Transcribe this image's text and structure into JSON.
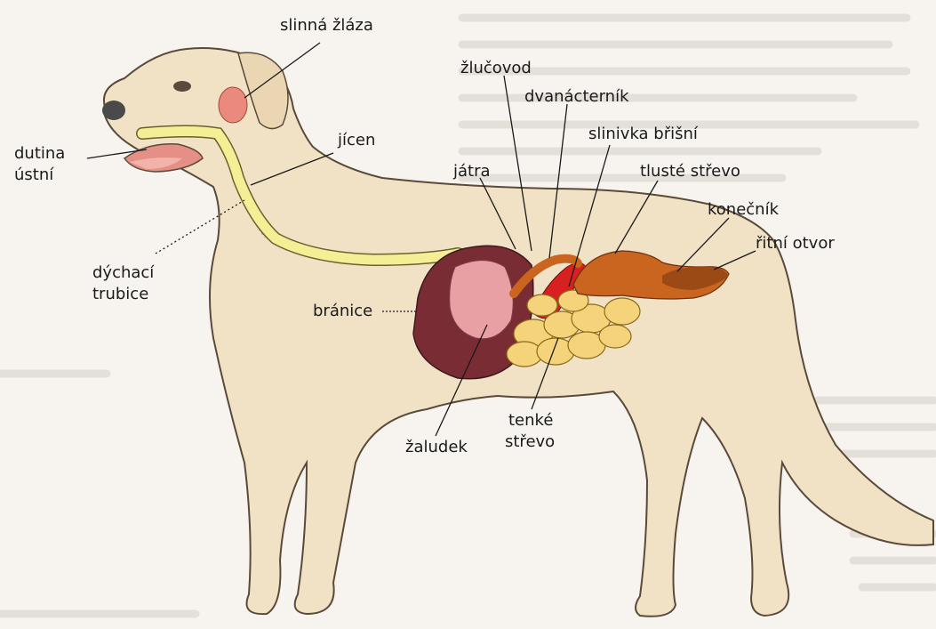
{
  "labels": {
    "salivary_gland": "slinná žláza",
    "mouth_line1": "dutina",
    "mouth_line2": "ústní",
    "esophagus": "jícen",
    "trachea_line1": "dýchací",
    "trachea_line2": "trubice",
    "bile_duct": "žlučovod",
    "duodenum": "dvanácterník",
    "pancreas": "slinivka břišní",
    "liver": "játra",
    "large_intestine": "tlusté střevo",
    "rectum": "konečník",
    "anus": "řitní otvor",
    "diaphragm": "bránice",
    "stomach": "žaludek",
    "small_intestine_line1": "tenké",
    "small_intestine_line2": "střevo"
  },
  "colors": {
    "dog_body": "#f1e2c6",
    "dog_outline": "#5a4a3a",
    "esophagus": "#f6ee95",
    "liver": "#7a2c35",
    "stomach": "#e9a0a4",
    "small_intestine": "#f5d37a",
    "large_intestine": "#c9651f",
    "pancreas": "#d82020",
    "salivary_gland": "#ea8a7c",
    "background_text": "#d9d3cb"
  }
}
